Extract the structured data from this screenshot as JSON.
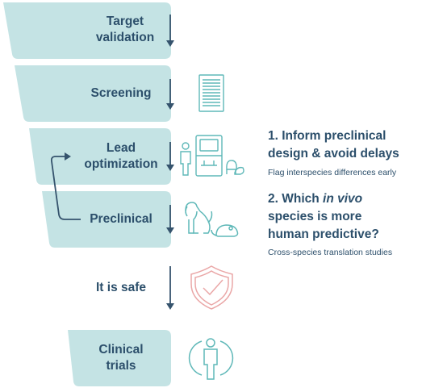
{
  "stages": [
    {
      "label": "Target\nvalidation"
    },
    {
      "label": "Screening"
    },
    {
      "label": "Lead\noptimization"
    },
    {
      "label": "Preclinical"
    },
    {
      "label": "It is safe"
    },
    {
      "label": "Clinical\ntrials"
    }
  ],
  "notes": [
    {
      "title_line1": "1. Inform preclinical",
      "title_line2": "design & avoid delays",
      "subtitle": "Flag interspecies differences early"
    },
    {
      "title_prefix": "2. Which ",
      "title_italic": "in vivo",
      "title_line2": "species is more",
      "title_line3": "human predictive?",
      "subtitle": "Cross-species translation studies"
    }
  ],
  "icons": [
    "microplate-icon",
    "human-and-lab-instrument-icon",
    "dog-and-mouse-icon",
    "shield-check-icon",
    "human-in-circle-icon"
  ],
  "colors": {
    "stage_fill": "#c4e3e4",
    "stage_text": "#2c4f6b",
    "arrow": "#35536d",
    "icon_teal": "#5fb8b8",
    "icon_red": "#eaa7a7"
  }
}
